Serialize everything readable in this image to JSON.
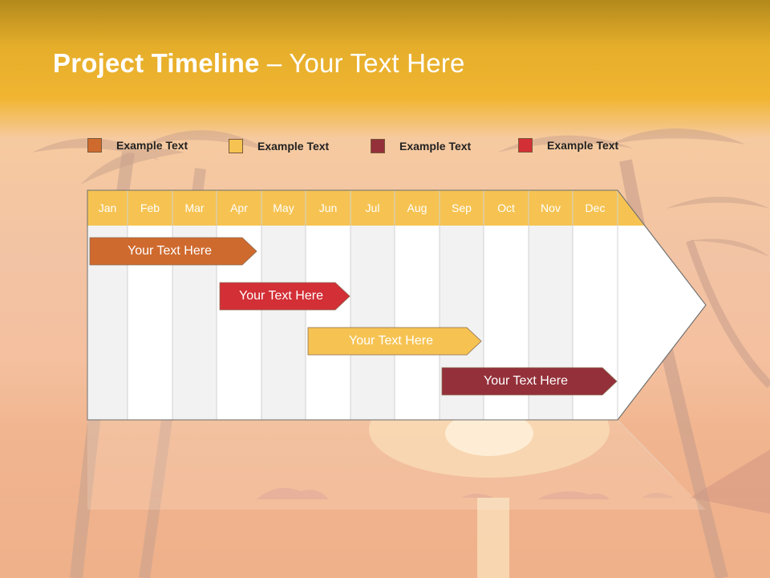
{
  "slide": {
    "title_bold": "Project Timeline",
    "title_rest": " – Your Text Here"
  },
  "legend": [
    {
      "label": "Example Text",
      "color": "#cf6a2e"
    },
    {
      "label": "Example Text",
      "color": "#f6c352"
    },
    {
      "label": "Example Text",
      "color": "#94303a"
    },
    {
      "label": "Example Text",
      "color": "#d32f36"
    }
  ],
  "timeline": {
    "months": [
      "Jan",
      "Feb",
      "Mar",
      "Apr",
      "May",
      "Jun",
      "Jul",
      "Aug",
      "Sep",
      "Oct",
      "Nov",
      "Dec"
    ],
    "header_color": "#f6c352",
    "tasks": [
      {
        "label": "Your  Text Here",
        "color": "#cf6a2e",
        "start_month": "Jan",
        "end_month": "Apr"
      },
      {
        "label": "Your  Text Here",
        "color": "#d32f36",
        "start_month": "Apr",
        "end_month": "Jun"
      },
      {
        "label": "Your  Text Here",
        "color": "#f6c352",
        "start_month": "Jun",
        "end_month": "Sep"
      },
      {
        "label": "Your  Text Here",
        "color": "#94303a",
        "start_month": "Sep",
        "end_month": "Dec"
      }
    ]
  }
}
